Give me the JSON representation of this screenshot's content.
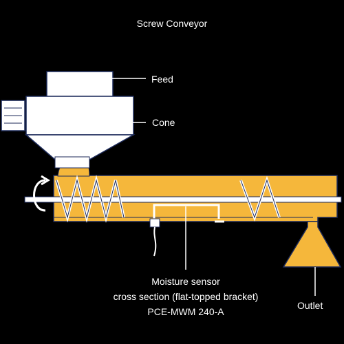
{
  "title": "Screw Conveyor",
  "labels": {
    "feed": "Feed",
    "cone": "Cone",
    "sensor_line1": "Moisture sensor",
    "sensor_line2": "cross section (flat-topped bracket)",
    "sensor_line3": "PCE-MWM 240-A",
    "outlet": "Outlet"
  },
  "colors": {
    "background": "#000000",
    "material": "#f5b73b",
    "housing": "#ffffff",
    "outline": "#1c2a5a",
    "text": "#ffffff"
  }
}
